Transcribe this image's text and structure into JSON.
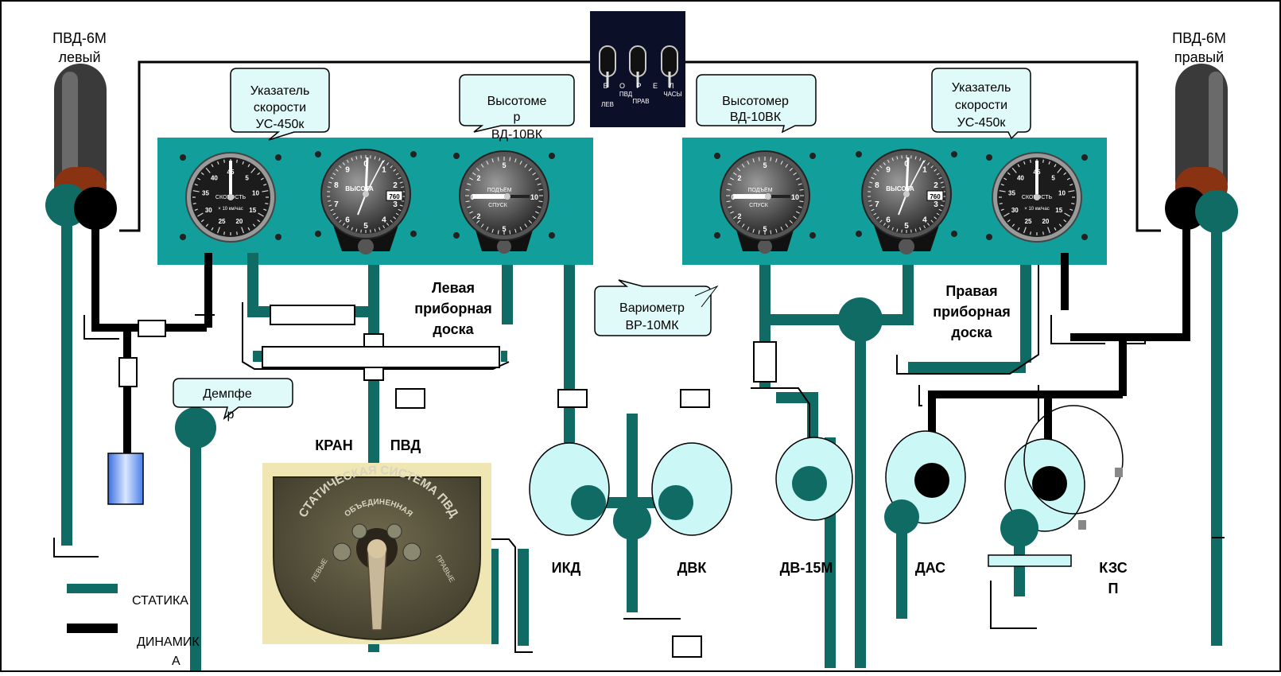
{
  "colors": {
    "statics": "#0f6b63",
    "dynamics": "#000000",
    "panel": "#129e9a",
    "callout_bg": "#e0fafa",
    "sensor_fill": "#ccf7f7",
    "probe_brown": "#8a3312",
    "gauge_face": "#2b2b2b"
  },
  "probes": {
    "left": {
      "line1": "ПВД-6М",
      "line2": "левый"
    },
    "right": {
      "line1": "ПВД-6М",
      "line2": "правый"
    }
  },
  "callouts": {
    "airspeed_left": {
      "line1": "Указатель",
      "line2": "скорости",
      "line3": "УС-450к"
    },
    "altimeter_left": {
      "line1": "Высотоме",
      "line2": "р",
      "line3": "ВД-10ВК"
    },
    "altimeter_right": {
      "line1": "Высотомер",
      "line2": "ВД-10ВК"
    },
    "airspeed_right": {
      "line1": "Указатель",
      "line2": "скорости",
      "line3": "УС-450к"
    },
    "variometer": {
      "line1": "Вариометр",
      "line2": "ВР-10МК"
    },
    "damper": {
      "line1": "Демпфе",
      "line2": "р"
    }
  },
  "panels": {
    "left": {
      "line1": "Левая",
      "line2": "приборная",
      "line3": "доска"
    },
    "right": {
      "line1": "Правая",
      "line2": "приборная",
      "line3": "доска"
    }
  },
  "switch_photo": {
    "labels": [
      "ЛЕВ",
      "ПВД",
      "ПРАВ",
      "ЧАСЫ"
    ],
    "fragment": "Б О Р Е Л"
  },
  "crane": {
    "label_left": "КРАН",
    "label_right": "ПВД",
    "plate_text": "СТАТИЧЕСКАЯ СИСТЕМА ПВД",
    "plate_inner": "ОБЪЕДИНЕННАЯ",
    "left_word": "ЛЕВЫЕ",
    "right_word": "ПРАВЫЕ"
  },
  "sensors": {
    "ikd": "ИКД",
    "dvk": "ДВК",
    "dv15m": "ДВ-15М",
    "das": "ДАС",
    "kzsp_line1": "КЗС",
    "kzsp_line2": "П"
  },
  "legend": {
    "static_label": "СТАТИКА",
    "dynamic_label_line1": "ДИНАМИК",
    "dynamic_label_line2": "А"
  },
  "gauges": {
    "airspeed": {
      "title": "СКОРОСТЬ",
      "units": "× 10 км/час",
      "ticks": [
        "45",
        "5",
        "10",
        "15",
        "20",
        "25",
        "30",
        "35",
        "40"
      ]
    },
    "altimeter": {
      "title": "ВЫСОТА",
      "baro": "760",
      "ticks": [
        "0",
        "1",
        "2",
        "3",
        "4",
        "5",
        "6",
        "7",
        "8",
        "9"
      ]
    },
    "variometer": {
      "up": "ПОДЪЁМ",
      "down": "СПУСК",
      "ticks": [
        "0",
        "5",
        "10",
        "5",
        "2",
        "1",
        "2"
      ]
    }
  }
}
